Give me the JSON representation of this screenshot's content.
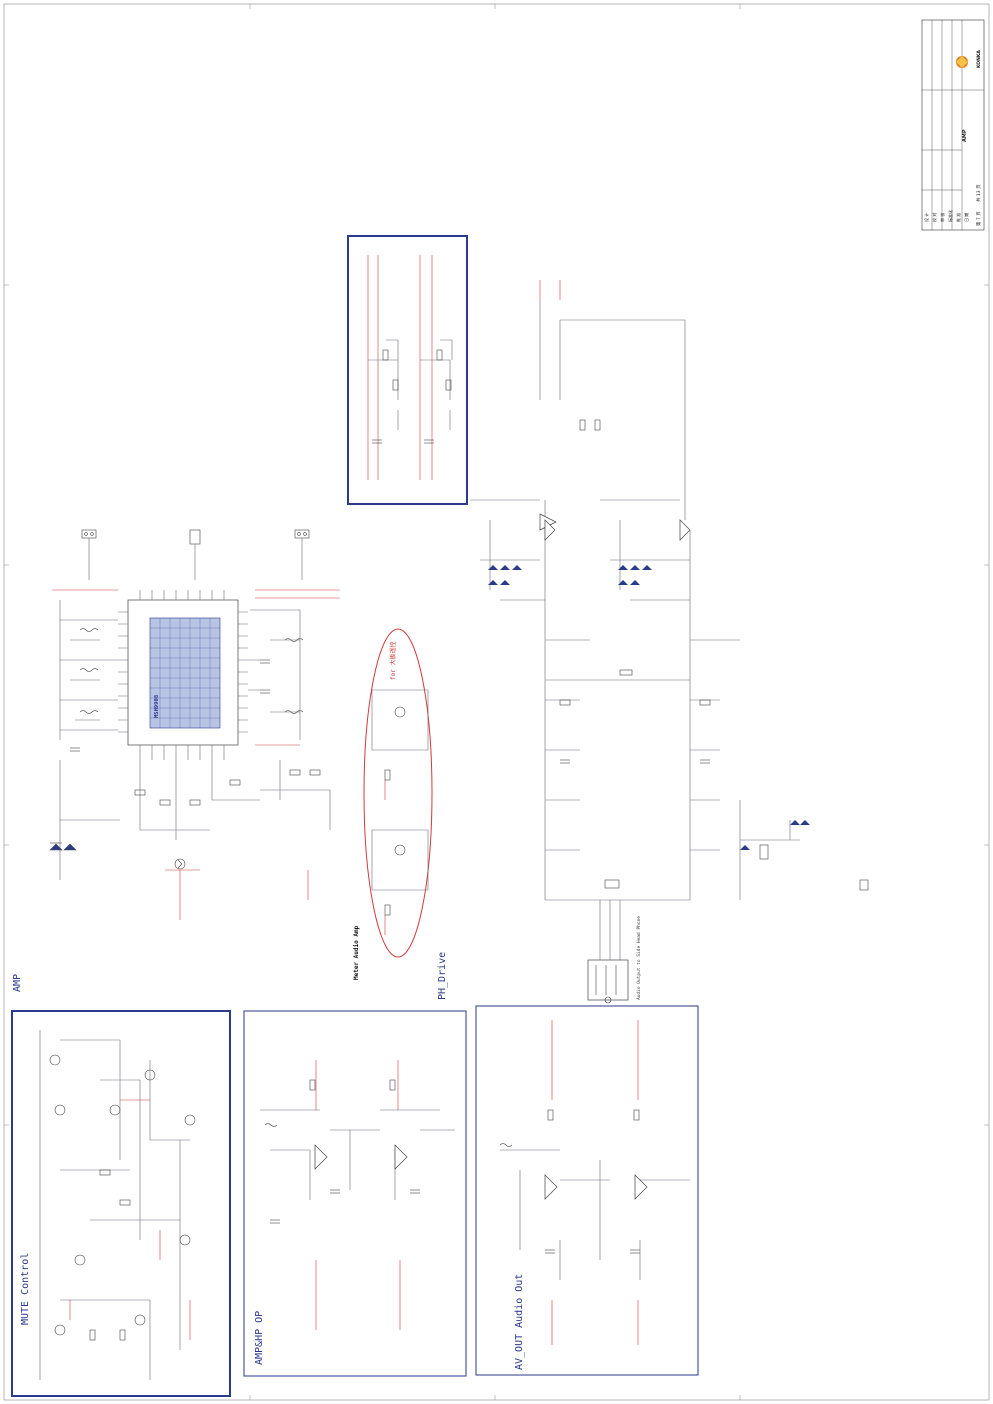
{
  "sheet": {
    "amp_title": "AMP",
    "blocks": {
      "mute": "MUTE Control",
      "amp_hp": "AMP&HP OP",
      "av_out": "AV_OUT Audio Out",
      "meter": "Meter Audio Amp",
      "ph_drive": "PH_Drive"
    },
    "ic_main": "MSH9908",
    "annotation_red": "for 大板遥控",
    "audio_output_note": "Audio Output to Side Head Phone",
    "title_block": {
      "company": "KONKA",
      "page_name": "AMP",
      "rows": [
        "设 计",
        "校 对",
        "审 核",
        "标准化",
        "批 准",
        "日 期"
      ],
      "page": "第 7 页",
      "total": "共 13 页"
    }
  },
  "colors": {
    "block_border": "#2a3a8c",
    "red_net": "#d23a3a",
    "wire": "#6a6a7a"
  }
}
